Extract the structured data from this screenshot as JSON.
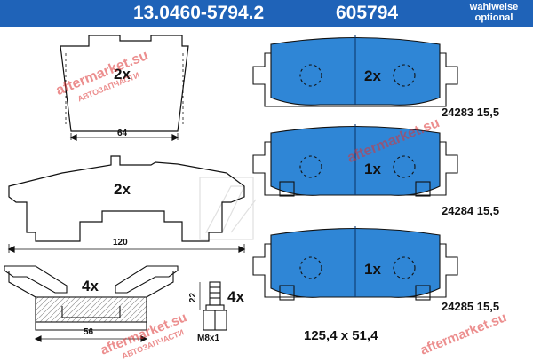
{
  "header": {
    "part_number": "13.0460-5794.2",
    "ref_number": "605794",
    "optional_line1": "wahlweise",
    "optional_line2": "optional"
  },
  "drawings": {
    "top_part": {
      "count": "2x",
      "dimension": "64"
    },
    "middle_part": {
      "count": "2x",
      "dimension": "120"
    },
    "clip_part": {
      "count": "4x",
      "dimension": "56"
    },
    "bolt_part": {
      "count": "4x",
      "thread": "M8x1",
      "length": "22"
    }
  },
  "pads": [
    {
      "count": "2x",
      "code": "24283 15,5"
    },
    {
      "count": "1x",
      "code": "24284 15,5"
    },
    {
      "count": "1x",
      "code": "24285 15,5"
    }
  ],
  "pad_size": "125,4 x 51,4",
  "watermark": {
    "brand": "aftermarket.su",
    "sub": "АВТОЗАПЧАСТИ"
  },
  "colors": {
    "header_bg": "#1f63b8",
    "pad_fill": "#2f86d6",
    "watermark": "#dd3333"
  }
}
